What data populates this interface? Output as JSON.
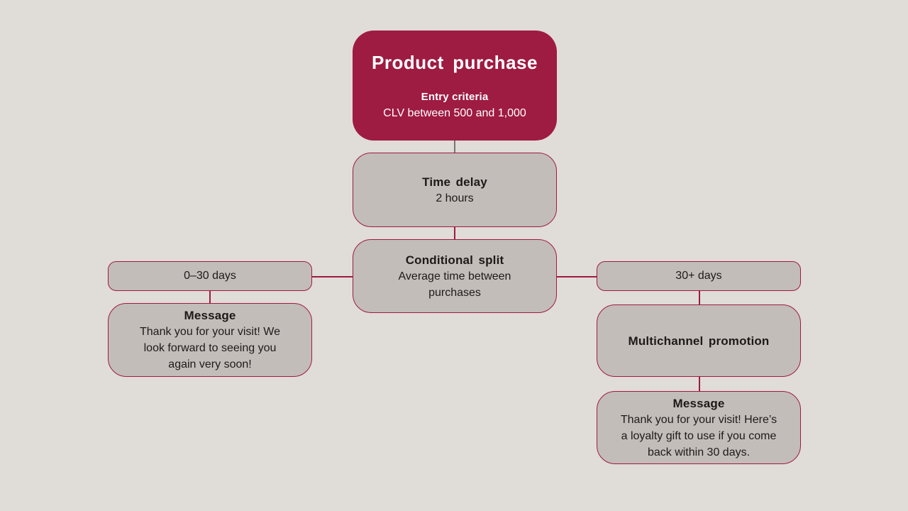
{
  "colors": {
    "background": "#e0dcd7",
    "accent_maroon": "#9e1b42",
    "node_fill_gray": "#c3bdb9",
    "connector_gray": "#7a7471",
    "text_dark": "#1c1a19",
    "text_light": "#ffffff"
  },
  "flowchart": {
    "trigger": {
      "title": "Product purchase",
      "subtitle": "Entry criteria",
      "criteria": "CLV between 500 and 1,000"
    },
    "time_delay": {
      "title": "Time delay",
      "value": "2 hours"
    },
    "conditional_split": {
      "title": "Conditional split",
      "condition": "Average time between purchases"
    },
    "left_branch": {
      "label": "0–30 days",
      "message": {
        "title": "Message",
        "body": "Thank you for your visit! We look forward to seeing you again very soon!"
      }
    },
    "right_branch": {
      "label": "30+ days",
      "promotion": {
        "title": "Multichannel promotion"
      },
      "message": {
        "title": "Message",
        "body": "Thank you for your visit! Here’s a loyalty gift to use if you come back within 30 days."
      }
    }
  }
}
